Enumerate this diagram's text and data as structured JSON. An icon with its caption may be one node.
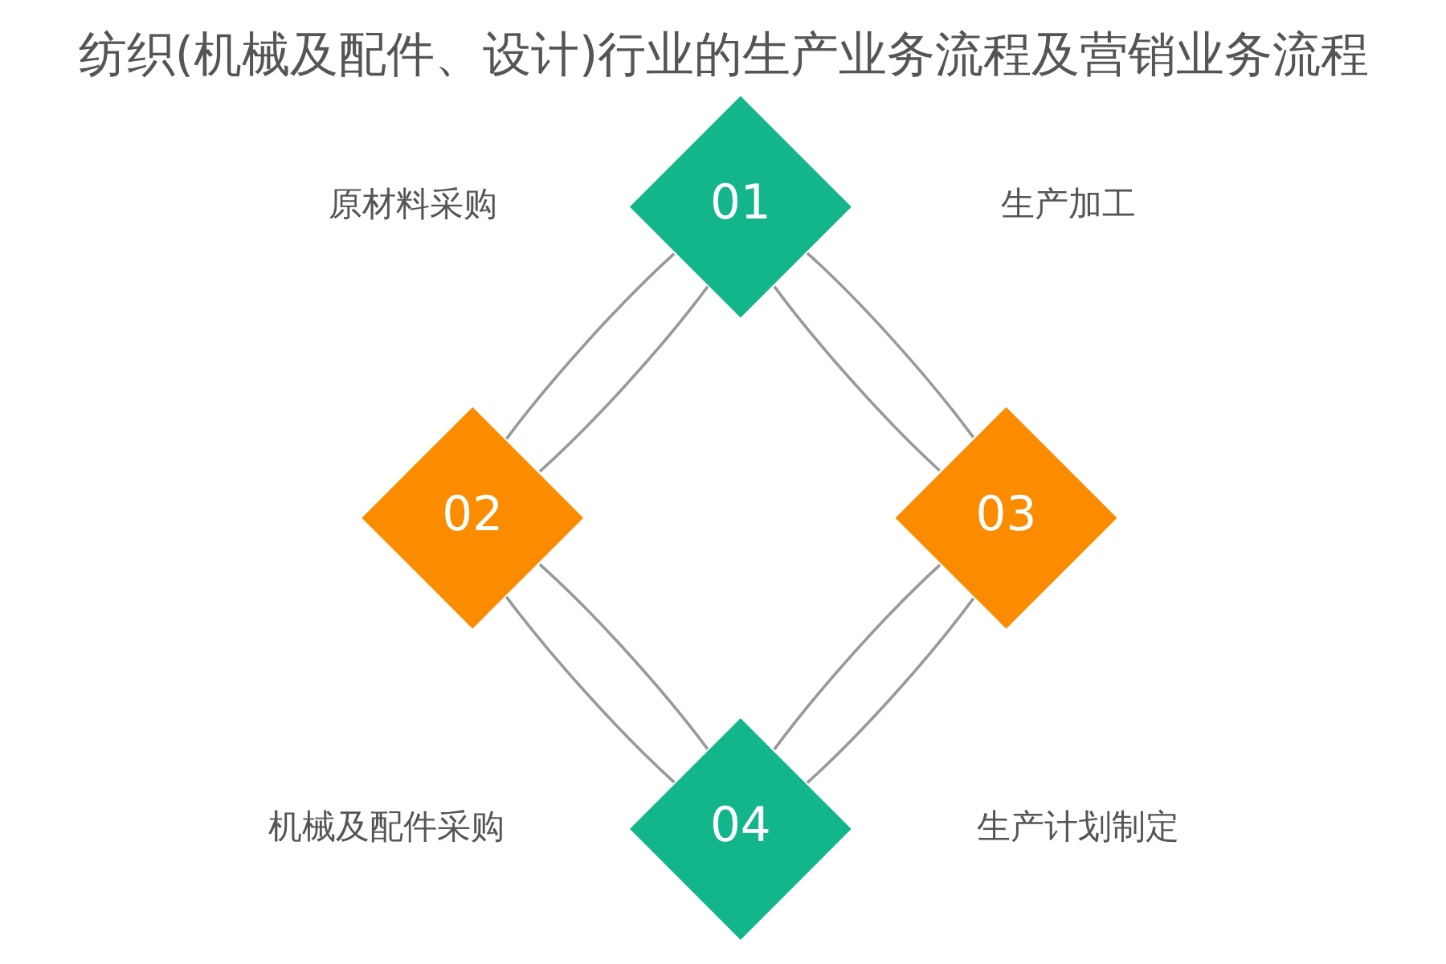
{
  "diagram": {
    "title": "纺织(机械及配件、设计)行业的生产业务流程及营销业务流程",
    "nodes": [
      {
        "text": [
          "01"
        ]
      },
      {
        "text": [
          "02"
        ]
      },
      {
        "text": [
          "03"
        ]
      },
      {
        "text": [
          "04"
        ]
      }
    ],
    "edges": [
      {
        "from": 0,
        "to": 1,
        "arrow": "none"
      },
      {
        "from": 0,
        "to": 2,
        "arrow": "none"
      },
      {
        "from": 1,
        "to": 3,
        "arrow": "none"
      },
      {
        "from": 2,
        "to": 3,
        "arrow": "none"
      },
      {
        "from": 0,
        "to": 1,
        "arrow": "none"
      },
      {
        "from": 0,
        "to": 2,
        "arrow": "none"
      },
      {
        "from": 1,
        "to": 3,
        "arrow": "none"
      },
      {
        "from": 2,
        "to": 3,
        "arrow": "none"
      }
    ],
    "labels": [
      "原材料采购",
      "生产加工",
      "机械及配件采购",
      "生产计划制定"
    ]
  }
}
